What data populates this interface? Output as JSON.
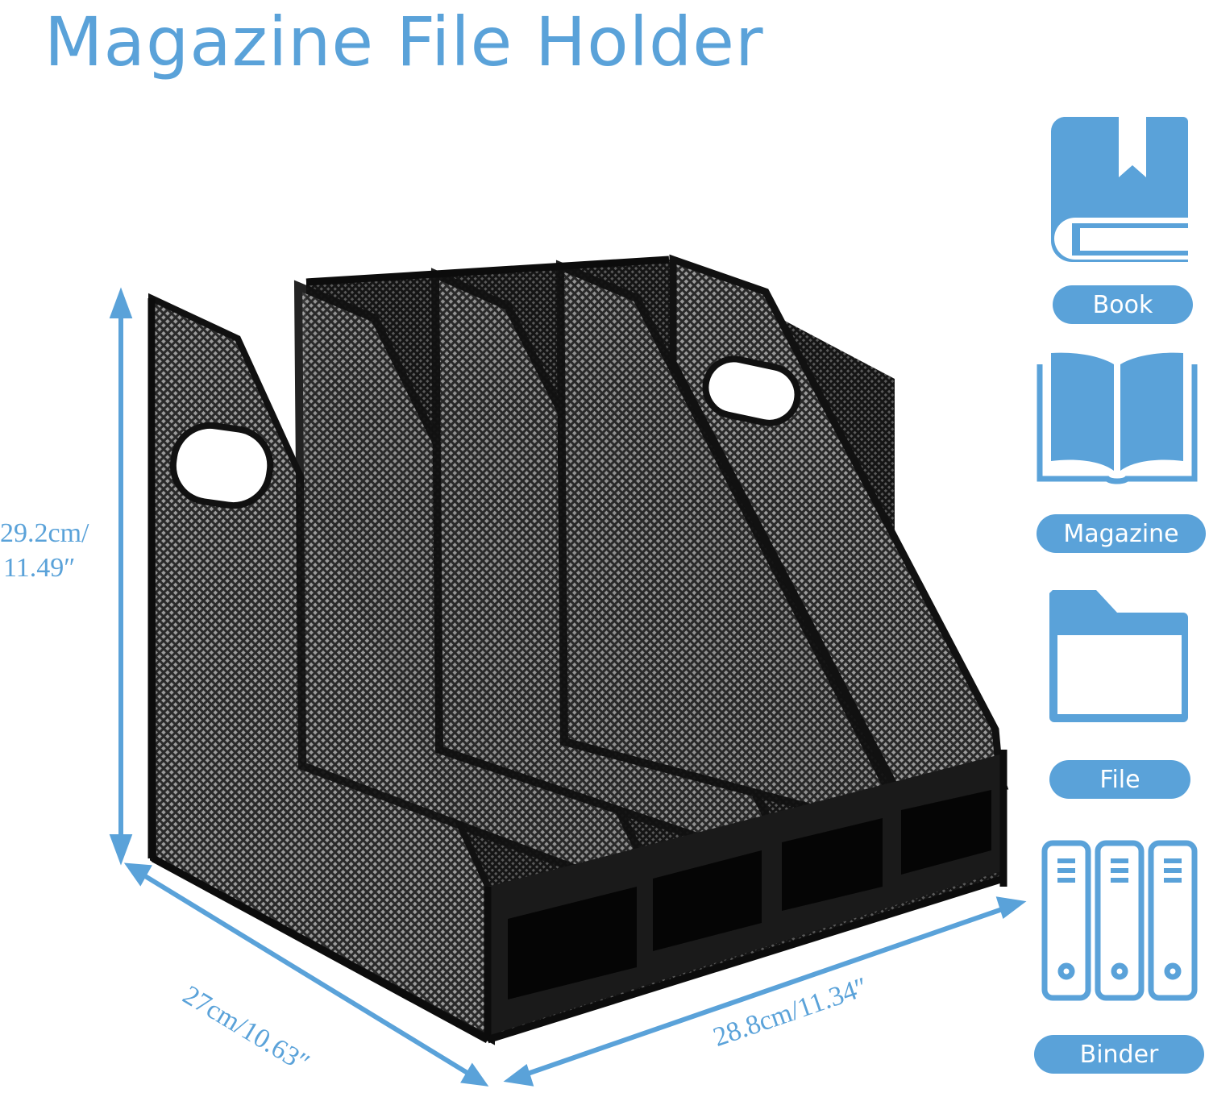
{
  "title": "Magazine File Holder",
  "dimensions": {
    "height_line1": "29.2cm/",
    "height_line2": "11.49″",
    "depth": "27cm/10.63″",
    "width": "28.8cm/11.34″"
  },
  "uses": [
    {
      "label": "Book",
      "icon": "book-icon"
    },
    {
      "label": "Magazine",
      "icon": "open-magazine-icon"
    },
    {
      "label": "File",
      "icon": "folder-icon"
    },
    {
      "label": "Binder",
      "icon": "binders-icon"
    }
  ],
  "colors": {
    "accent": "#5aa2d9",
    "product": "#111111"
  }
}
